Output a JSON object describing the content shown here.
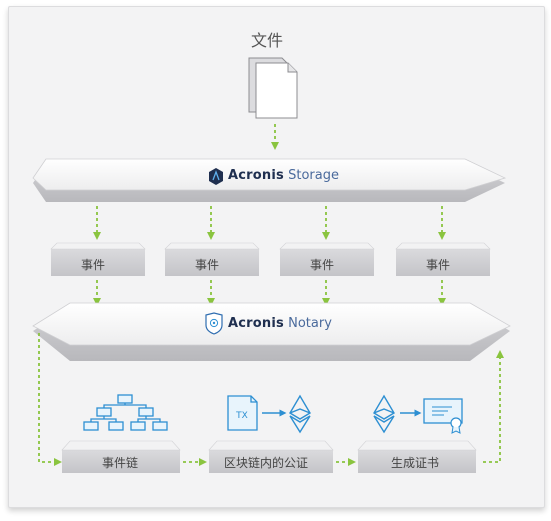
{
  "file_label": "文件",
  "storage": {
    "brand": "Acronis",
    "product": "Storage"
  },
  "notary": {
    "brand": "Acronis",
    "product": "Notary"
  },
  "events": [
    "事件",
    "事件",
    "事件",
    "事件"
  ],
  "bottom": {
    "chain": "事件链",
    "blockchain": "区块链内的公证",
    "certificate": "生成证书"
  },
  "tx_label": "TX",
  "colors": {
    "arrow": "#8ac43f",
    "slab_top": "#f4f4f5",
    "slab_side": "#c9c9cc",
    "blue": "#2d8fd2",
    "dark": "#1f2f4f"
  }
}
